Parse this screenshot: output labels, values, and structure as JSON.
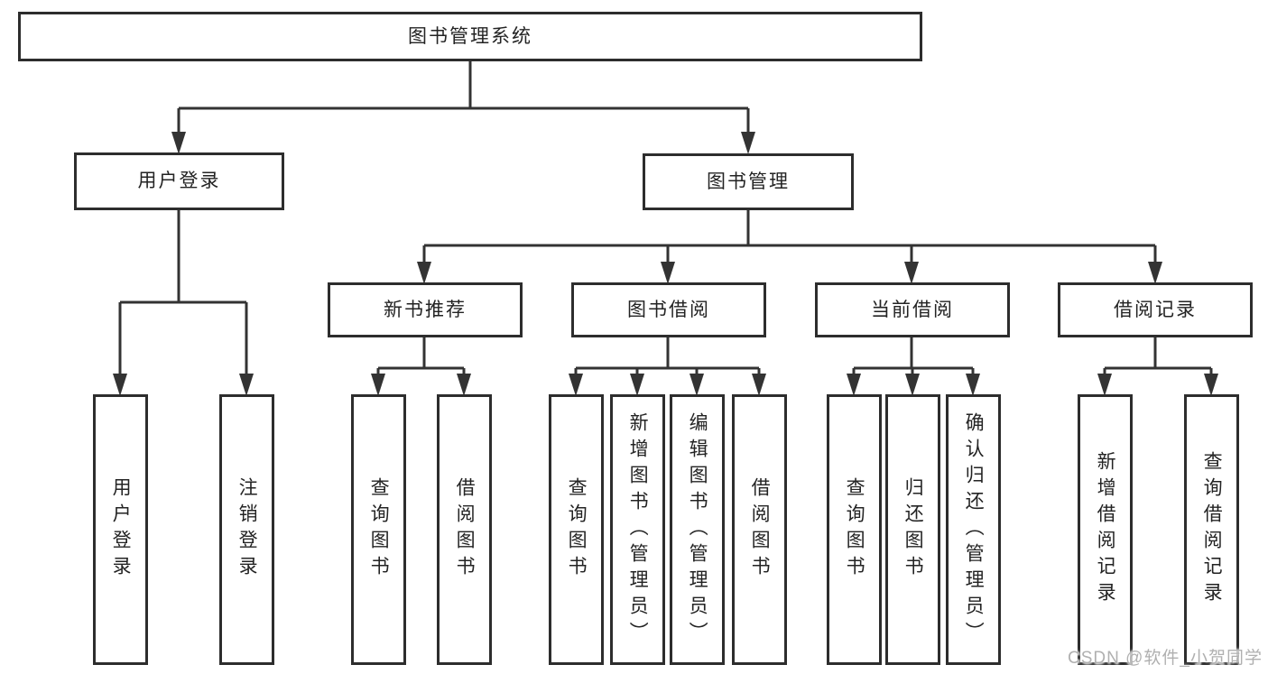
{
  "nodes": {
    "root": "图书管理系统",
    "user_login": "用户登录",
    "book_mgmt": "图书管理",
    "login": "用户登录",
    "logout": "注销登录",
    "new_book_rec": "新书推荐",
    "book_borrow": "图书借阅",
    "current_borrow": "当前借阅",
    "borrow_record": "借阅记录",
    "nb_query": "查询图书",
    "nb_borrow": "借阅图书",
    "bb_query": "查询图书",
    "bb_add": "新增图书（管理员）",
    "bb_edit": "编辑图书（管理员）",
    "bb_borrow": "借阅图书",
    "cb_query": "查询图书",
    "cb_return": "归还图书",
    "cb_confirm": "确认归还（管理员）",
    "br_add": "新增借阅记录",
    "br_query": "查询借阅记录"
  },
  "watermark": {
    "text": "CSDN @软件_小贺同学"
  },
  "colors": {
    "line": "#333333",
    "box_border": "#2d2d2d",
    "text": "#232323",
    "watermark": "#b0b0b0",
    "background": "#ffffff"
  }
}
